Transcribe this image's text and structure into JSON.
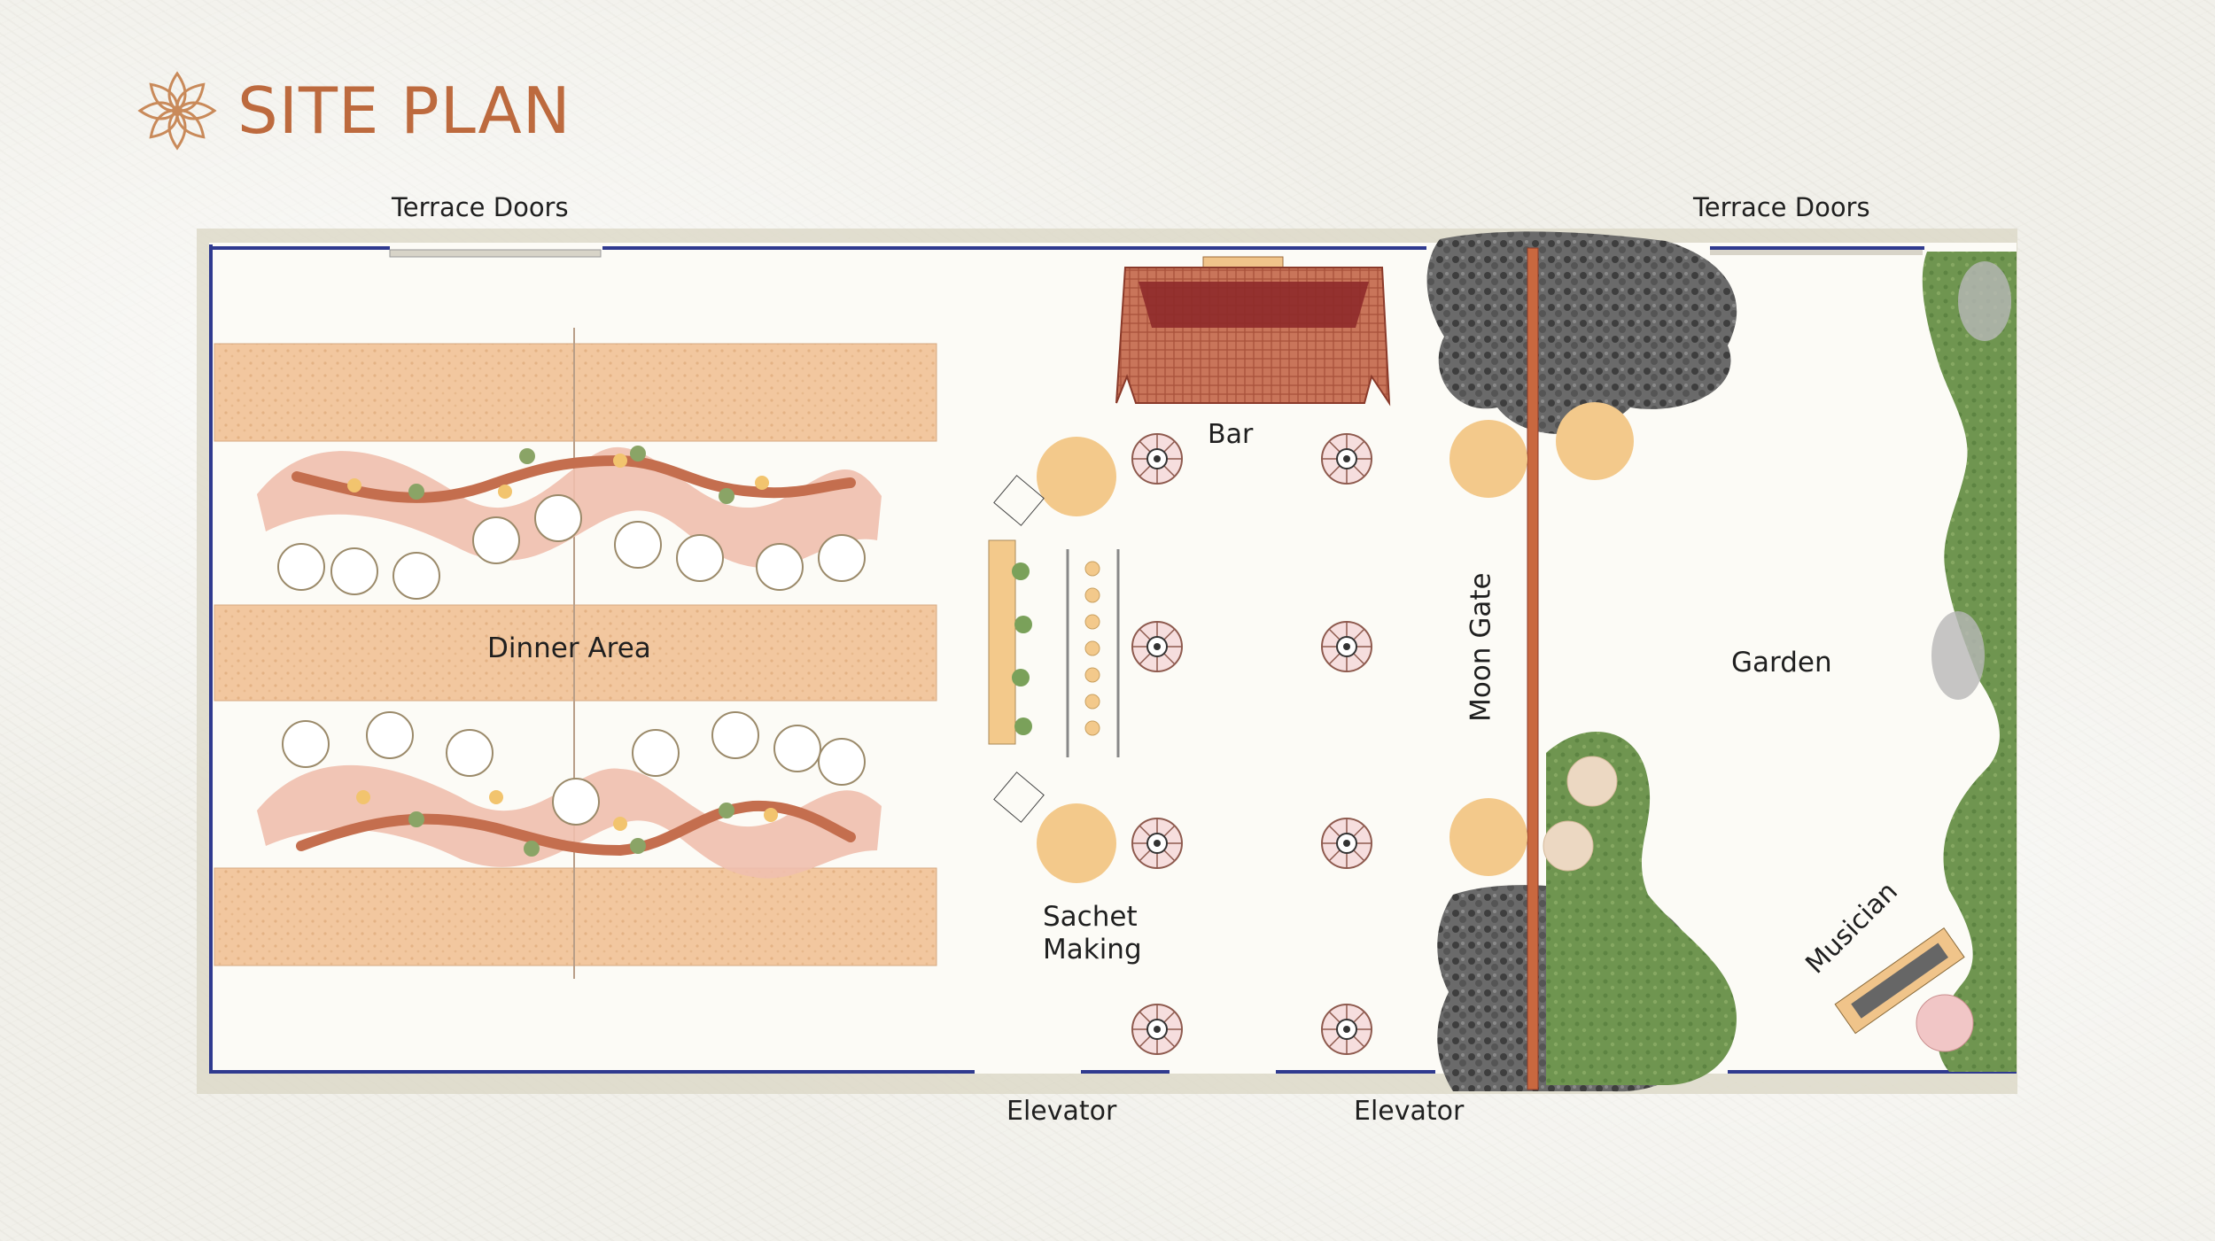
{
  "header": {
    "title": "SITE PLAN",
    "logo_icon": "lotus-flower-icon"
  },
  "labels": {
    "terrace_doors_left": "Terrace Doors",
    "terrace_doors_right": "Terrace Doors",
    "dinner_area": "Dinner Area",
    "bar": "Bar",
    "sachet_making_line1": "Sachet",
    "sachet_making_line2": "Making",
    "moon_gate": "Moon Gate",
    "garden": "Garden",
    "musician": "Musician",
    "elevator_left": "Elevator",
    "elevator_right": "Elevator"
  },
  "colors": {
    "title": "#bd6a3e",
    "wall": "#2f3a8f",
    "floor": "#fcfbf6",
    "runner": "#efc39a",
    "table": "#f0bfae",
    "round_table": "#f3c98b",
    "bar_roof": "#c46e4e",
    "moon_gate": "#c9683f",
    "lawn": "#6a8f4b",
    "tree": "#5a5a5a"
  }
}
